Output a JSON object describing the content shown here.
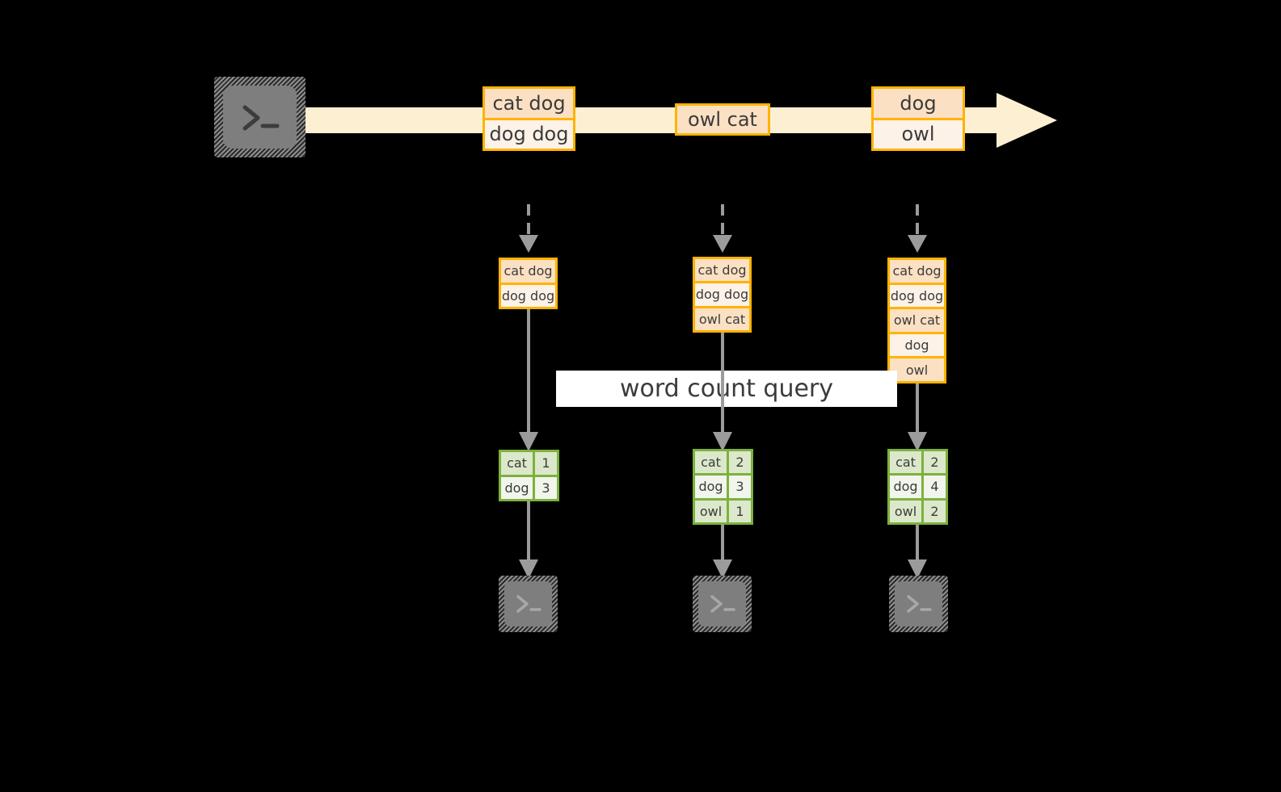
{
  "diagram": {
    "title_banner": "word count query",
    "colors": {
      "stream_fill": "#FDF0D2",
      "record_border": "#FFB300",
      "record_cell_dark": "#FBE0C3",
      "record_cell_light": "#FDF2E8",
      "count_border": "#7DB13E",
      "count_cell_dark": "#DCE8CB",
      "count_cell_light": "#F1F5EB",
      "connector": "#9B9B9B",
      "terminal_face": "#7E7E7E",
      "background": "#000000",
      "banner_background": "#FFFFFF"
    },
    "producer": {
      "icon": "terminal-icon",
      "glyph": ">_"
    },
    "stream": {
      "direction": "left-to-right",
      "messages": [
        {
          "lines": [
            "cat dog",
            "dog dog"
          ]
        },
        {
          "lines": [
            "owl cat"
          ]
        },
        {
          "lines": [
            "dog",
            "owl"
          ]
        }
      ]
    },
    "snapshots": [
      {
        "id": "snapshot-1",
        "records": [
          "cat dog",
          "dog dog"
        ],
        "counts": [
          {
            "word": "cat",
            "count": "1"
          },
          {
            "word": "dog",
            "count": "3"
          }
        ],
        "consumer": {
          "icon": "terminal-icon",
          "glyph": ">_"
        }
      },
      {
        "id": "snapshot-2",
        "records": [
          "cat dog",
          "dog dog",
          "owl cat"
        ],
        "counts": [
          {
            "word": "cat",
            "count": "2"
          },
          {
            "word": "dog",
            "count": "3"
          },
          {
            "word": "owl",
            "count": "1"
          }
        ],
        "consumer": {
          "icon": "terminal-icon",
          "glyph": ">_"
        }
      },
      {
        "id": "snapshot-3",
        "records": [
          "cat dog",
          "dog dog",
          "owl cat",
          "dog",
          "owl"
        ],
        "counts": [
          {
            "word": "cat",
            "count": "2"
          },
          {
            "word": "dog",
            "count": "4"
          },
          {
            "word": "owl",
            "count": "2"
          }
        ],
        "consumer": {
          "icon": "terminal-icon",
          "glyph": ">_"
        }
      }
    ]
  }
}
